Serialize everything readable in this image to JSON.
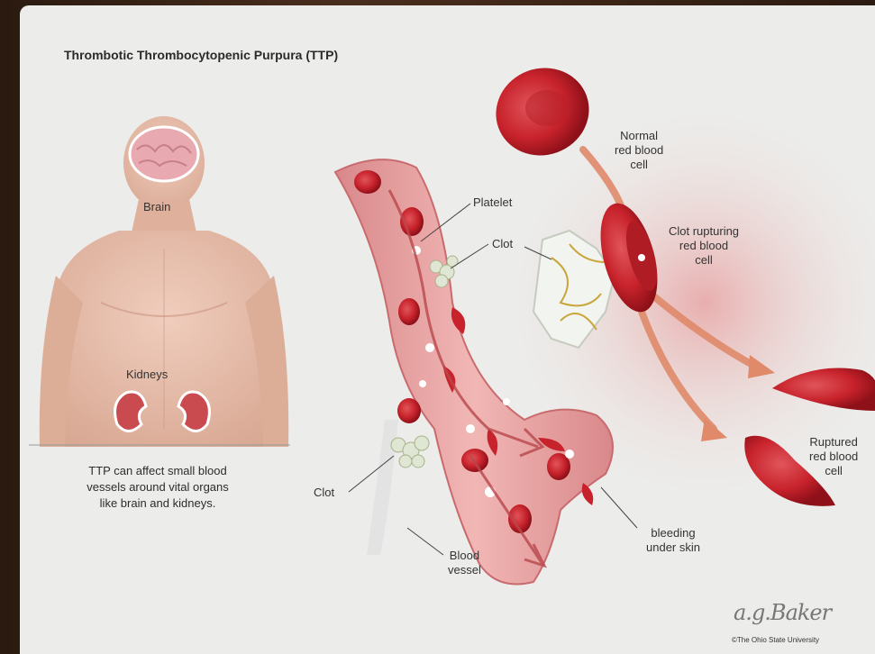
{
  "title": "Thrombotic Thrombocytopenic Purpura (TTP)",
  "labels": {
    "brain": "Brain",
    "kidneys": "Kidneys",
    "platelet": "Platelet",
    "clot_upper": "Clot",
    "clot_lower": "Clot",
    "blood_vessel": [
      "Blood",
      "vessel"
    ],
    "bleeding": [
      "bleeding",
      "under skin"
    ],
    "normal_rbc": [
      "Normal",
      "red blood",
      "cell"
    ],
    "clot_rupturing": [
      "Clot rupturing",
      "red blood",
      "cell"
    ],
    "ruptured_rbc": [
      "Ruptured",
      "red blood",
      "cell"
    ]
  },
  "caption": [
    "TTP can affect small blood",
    "vessels around vital organs",
    "like brain and kidneys."
  ],
  "credit": "©The Ohio State University",
  "signature": "a.g.Baker",
  "colors": {
    "background": "#ececea",
    "blood_red": "#c8232c",
    "vessel_wall": "#e8a3a3",
    "skin": "#e7c2b0",
    "arrow": "#e08a6a"
  }
}
